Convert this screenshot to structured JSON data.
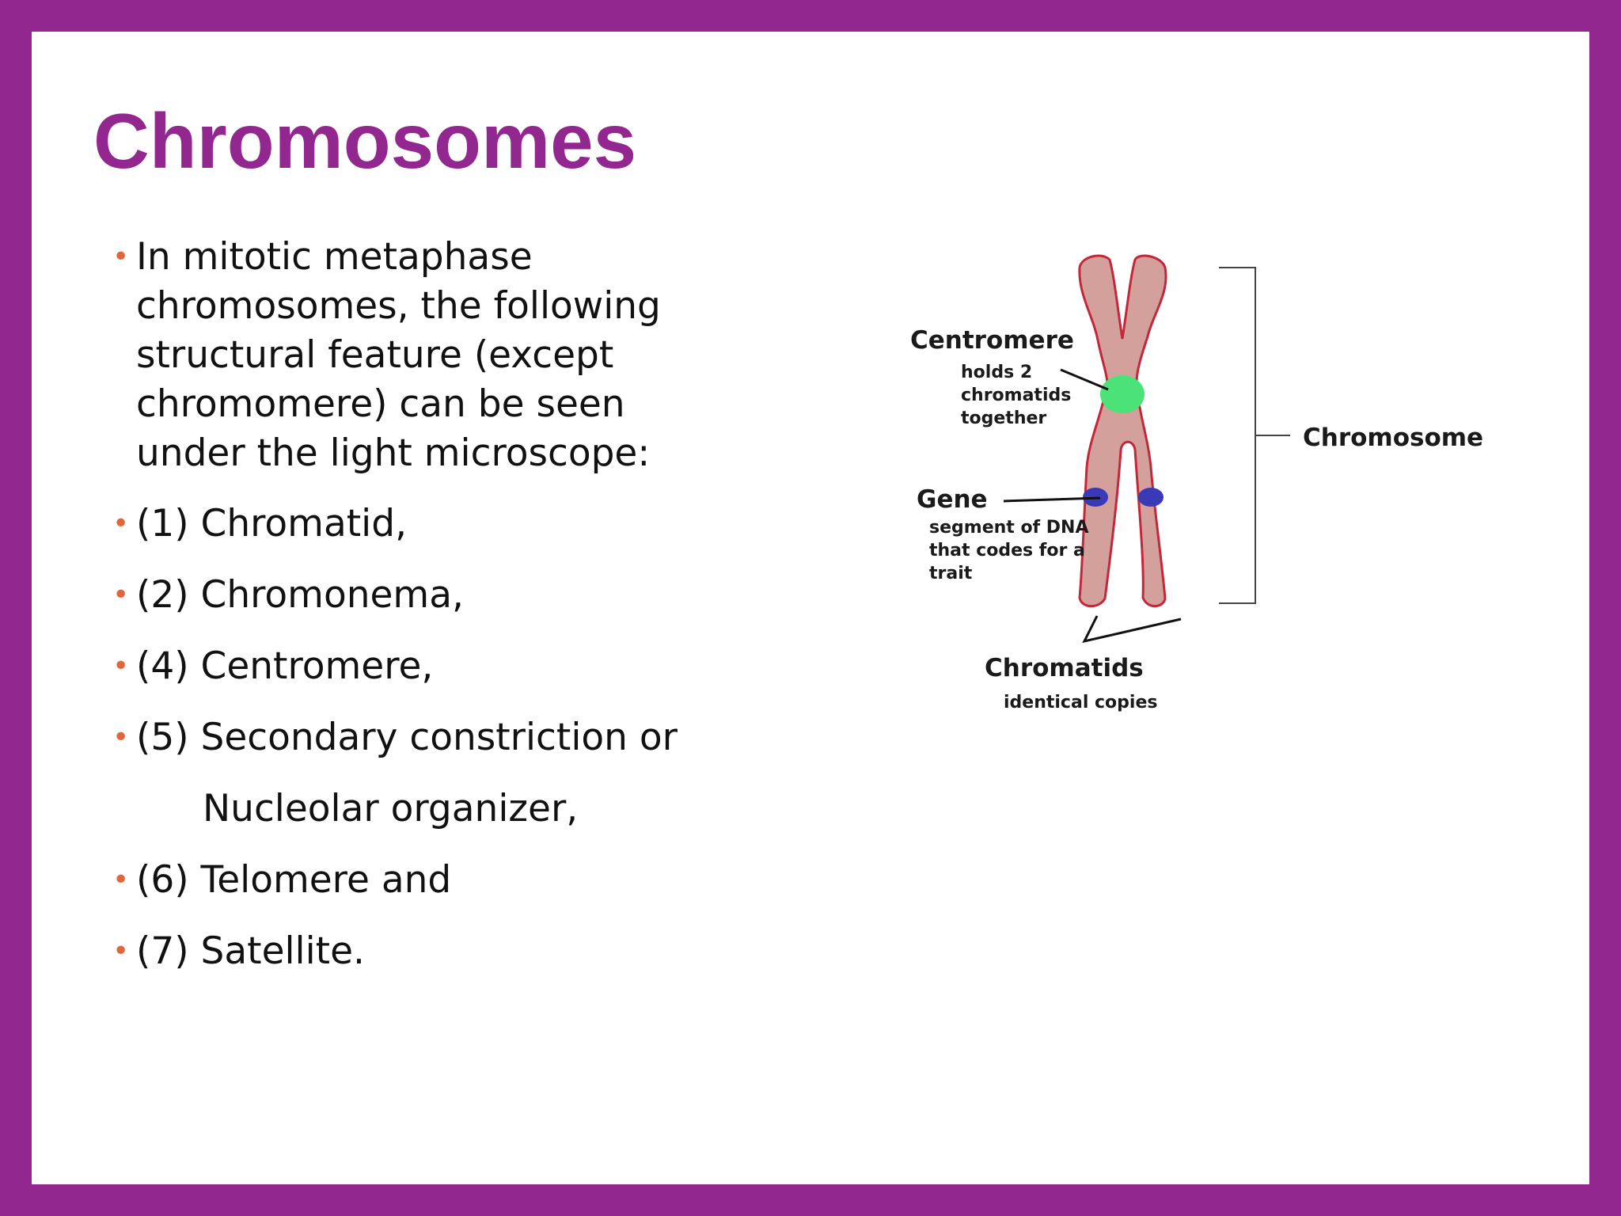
{
  "slide": {
    "title": "Chromosomes",
    "bullets": [
      {
        "text": "In mitotic metaphase chromosomes, the following structural feature (except chromomere) can be seen under the light microscope:"
      },
      {
        "text": "(1) Chromatid,"
      },
      {
        "text": "(2) Chromonema,"
      },
      {
        "text": "(4) Centromere,"
      },
      {
        "text": "(5) Secondary constriction or",
        "continuation": "Nucleolar organizer,"
      },
      {
        "text": "(6) Telomere and"
      },
      {
        "text": "(7) Satellite."
      }
    ]
  },
  "diagram": {
    "centromere": {
      "title": "Centromere",
      "desc": [
        "holds 2",
        "chromatids",
        "together"
      ]
    },
    "gene": {
      "title": "Gene",
      "desc": [
        "segment of DNA",
        "that codes for a",
        "trait"
      ]
    },
    "chromatids": {
      "title": "Chromatids",
      "desc": "identical copies"
    },
    "chromosome": {
      "title": "Chromosome"
    },
    "colors": {
      "chromatid_fill": "#d4a09c",
      "chromatid_outline": "#c2283a",
      "centromere": "#4be377",
      "gene_band": "#3a3ab8"
    }
  }
}
